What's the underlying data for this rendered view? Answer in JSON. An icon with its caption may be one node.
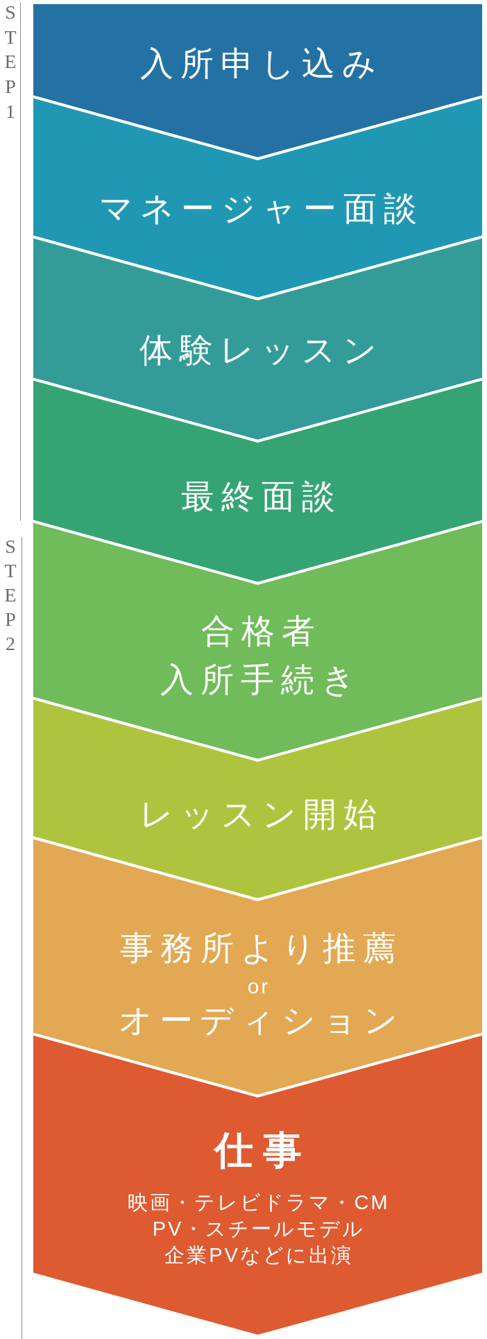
{
  "diagram": {
    "nodes": [
      {
        "text": [
          "入所申し込み"
        ]
      },
      {
        "text": [
          "マネージャー面談"
        ]
      },
      {
        "text": [
          "体験レッスン"
        ]
      },
      {
        "text": [
          "最終面談"
        ]
      },
      {
        "text": [
          "合格者入所手続き"
        ]
      },
      {
        "text": [
          "レッスン開始"
        ]
      },
      {
        "text": [
          "事務所より推薦",
          "or",
          "オーディション"
        ]
      },
      {
        "text": [
          "仕事",
          "映画・テレビドラマ・CMPV・スチールモデル企業PVなどに出演"
        ]
      }
    ],
    "labels": [
      "STEP1",
      "STEP2"
    ]
  }
}
